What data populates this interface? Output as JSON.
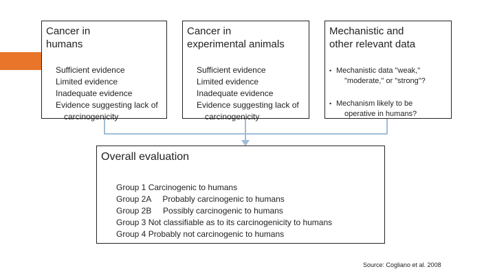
{
  "boxes": {
    "humans": {
      "title": [
        "Cancer in",
        "humans"
      ],
      "items": [
        "Sufficient evidence",
        "Limited evidence",
        "Inadequate evidence"
      ],
      "last_item": [
        "Evidence suggesting lack of",
        "carcinogenicity"
      ]
    },
    "animals": {
      "title": [
        "Cancer in",
        "experimental animals"
      ],
      "items": [
        "Sufficient evidence",
        "Limited evidence",
        "Inadequate evidence"
      ],
      "last_item": [
        "Evidence suggesting lack of",
        "carcinogenicity"
      ]
    },
    "mechanistic": {
      "title": [
        "Mechanistic and",
        "other relevant data"
      ],
      "items": [
        [
          "Mechanistic data \"weak,\"",
          "\"moderate,\" or \"strong\"?"
        ],
        [
          "Mechanism likely to be",
          "operative in humans?"
        ]
      ]
    }
  },
  "overall": {
    "title": "Overall evaluation",
    "groups": [
      "Group 1 Carcinogenic to humans",
      "Group 2A     Probably carcinogenic to humans",
      "Group 2B     Possibly carcinogenic to humans",
      "Group 3 Not classifiable as to its carcinogenicity to humans",
      "Group 4 Probably not carcinogenic to humans"
    ]
  },
  "glyphs": {
    "square_bullet": "",
    "dot_bullet": "•"
  },
  "colors": {
    "accent": "#e8752a",
    "connector": "#9fbcd6"
  },
  "source": "Source: Cogliano et al. 2008"
}
